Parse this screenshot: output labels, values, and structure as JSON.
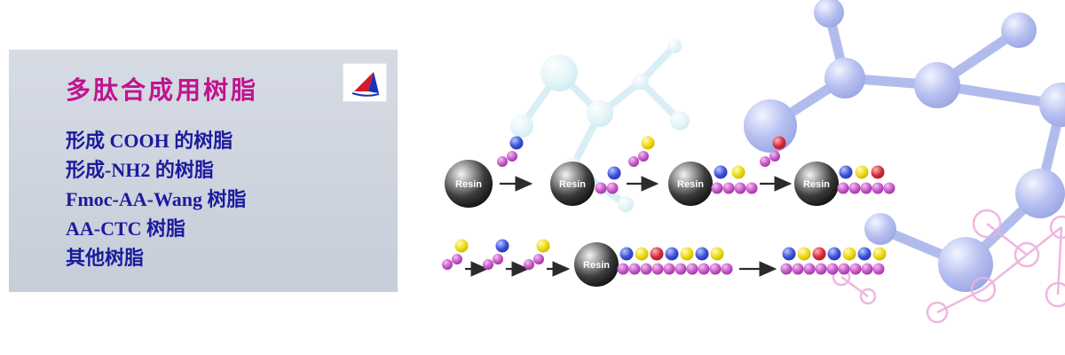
{
  "panel": {
    "title": "多肽合成用树脂",
    "items": [
      "形成 COOH 的树脂",
      "形成-NH2 的树脂",
      "Fmoc-AA-Wang 树脂",
      "AA-CTC  树脂",
      "其他树脂"
    ],
    "colors": {
      "title": "#c0138e",
      "links": "#1b1b9e",
      "panel_bg": "#c7cdd9"
    }
  },
  "illustration": {
    "resin_label": "Resin",
    "colors": {
      "backbone_bead": "#b845bb",
      "amino_blue": "#2c40c8",
      "amino_yellow": "#e6d200",
      "amino_red": "#cc2236",
      "molecule_blue": "#a9b5e9",
      "molecule_cyan": "#d9eff7",
      "molecule_pink": "#edb0dc"
    }
  }
}
